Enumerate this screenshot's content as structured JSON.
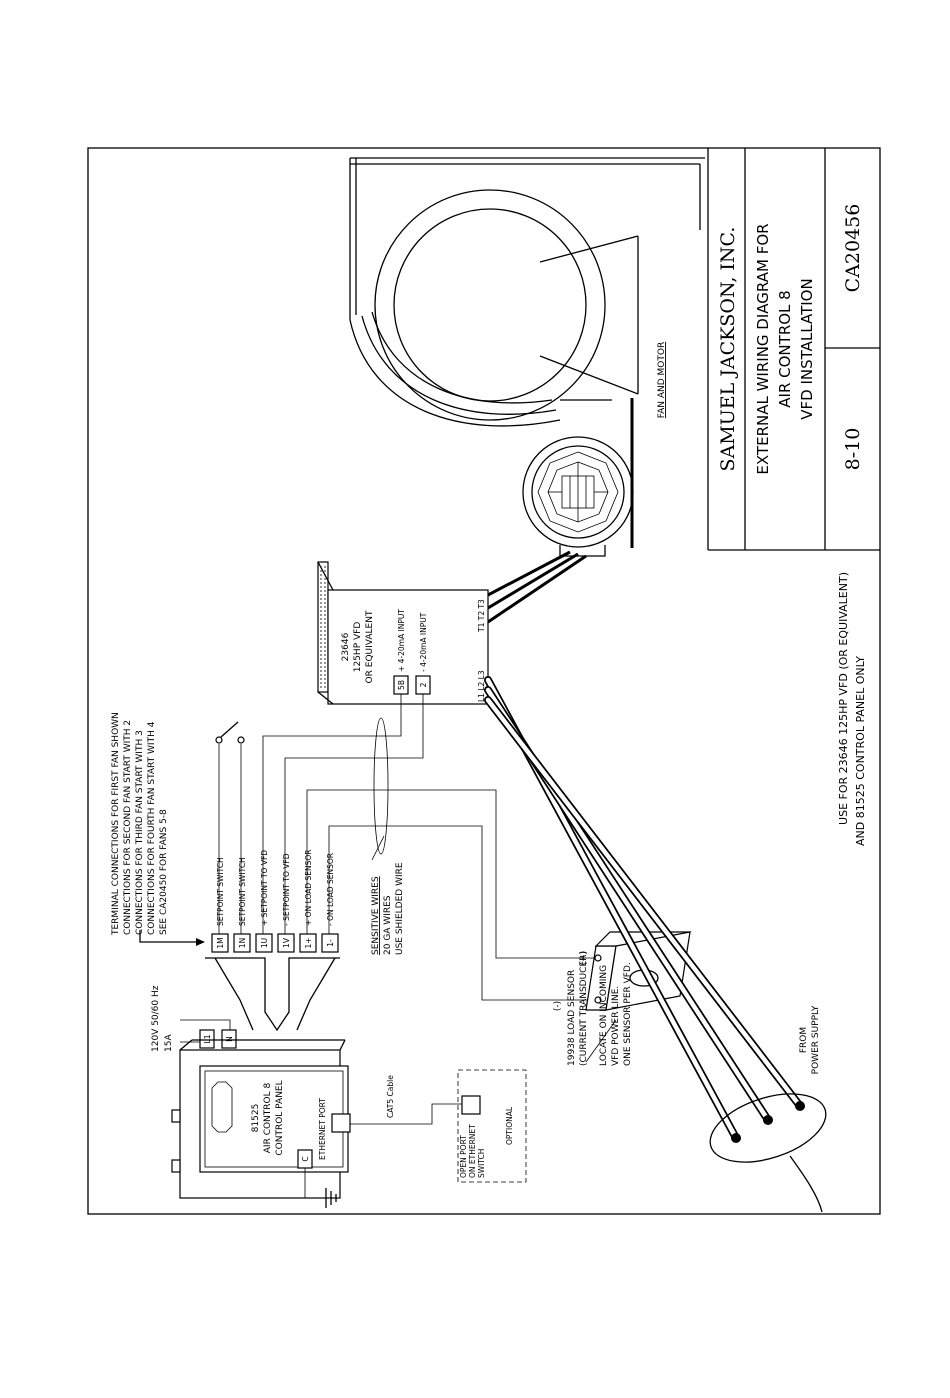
{
  "title_block": {
    "company": "SAMUEL JACKSON, INC.",
    "title_line1": "EXTERNAL WIRING DIAGRAM FOR",
    "title_line2": "AIR CONTROL 8",
    "title_line3": "VFD INSTALLATION",
    "date": "8-10",
    "drawing_number": "CA20456"
  },
  "fan": {
    "label": "FAN AND MOTOR"
  },
  "vfd": {
    "line1": "23646",
    "line2": "125HP VFD",
    "line3": "OR EQUIVALENT",
    "terminal_5b": "5B",
    "terminal_5b_label": "+ 4-20mA INPUT",
    "terminal_2": "2",
    "terminal_2_label": "- 4-20mA INPUT",
    "input_terminals": "L1 L2 L3",
    "output_terminals": "T1 T2 T3"
  },
  "usage_note": {
    "line1": "USE FOR 23646 125HP VFD (OR EQUIVALENT)",
    "line2": "AND 81525 CONTROL PANEL ONLY"
  },
  "terminal_note": {
    "line1": "TERMINAL CONNECTIONS FOR FIRST FAN SHOWN",
    "line2": "CONNECTIONS FOR SECOND FAN START WITH 2",
    "line3": "CONNECTIONS FOR THIRD FAN START WITH 3",
    "line4": "CONNECTIONS FOR FOURTH FAN START WITH 4",
    "line5": "SEE CA20450 FOR FANS 5-8"
  },
  "terminals": [
    {
      "id": "1M",
      "label": "SETPOINT SWITCH"
    },
    {
      "id": "1N",
      "label": "SETPOINT SWITCH"
    },
    {
      "id": "1U",
      "label": "+ SETPOINT TO VFD"
    },
    {
      "id": "1V",
      "label": "- SETPOINT TO VFD"
    },
    {
      "id": "1+",
      "label": "+ ON LOAD SENSOR"
    },
    {
      "id": "1-",
      "label": "- ON LOAD SENSOR"
    }
  ],
  "power": {
    "supply": "120V 50/60 Hz",
    "fuse": "15A",
    "l1": "L1",
    "n": "N"
  },
  "panel": {
    "line1": "81525",
    "line2": "AIR CONTROL 8",
    "line3": "CONTROL PANEL",
    "ethernet_port": "ETHERNET PORT",
    "ground_terminal": "C"
  },
  "cat5": {
    "label": "CAT5 Cable"
  },
  "ethernet_switch": {
    "line1": "OPEN PORT",
    "line2": "ON ETHERNET",
    "line3": "SWITCH",
    "optional": "OPTIONAL"
  },
  "sensitive_note": {
    "line1": "SENSITIVE WIRES",
    "line2": "20 GA WIRES",
    "line3": "USE SHIELDED WIRE"
  },
  "load_sensor": {
    "line1": "19938 LOAD SENSOR",
    "line2": "(CURRENT TRANSDUCER)",
    "line3": "LOCATE ON INCOMING",
    "line4": "VFD POWER LINE.",
    "line5": "ONE SENSOR PER VFD.",
    "plus": "(+)",
    "minus": "(-)"
  },
  "power_supply": {
    "line1": "FROM",
    "line2": "POWER SUPPLY"
  }
}
